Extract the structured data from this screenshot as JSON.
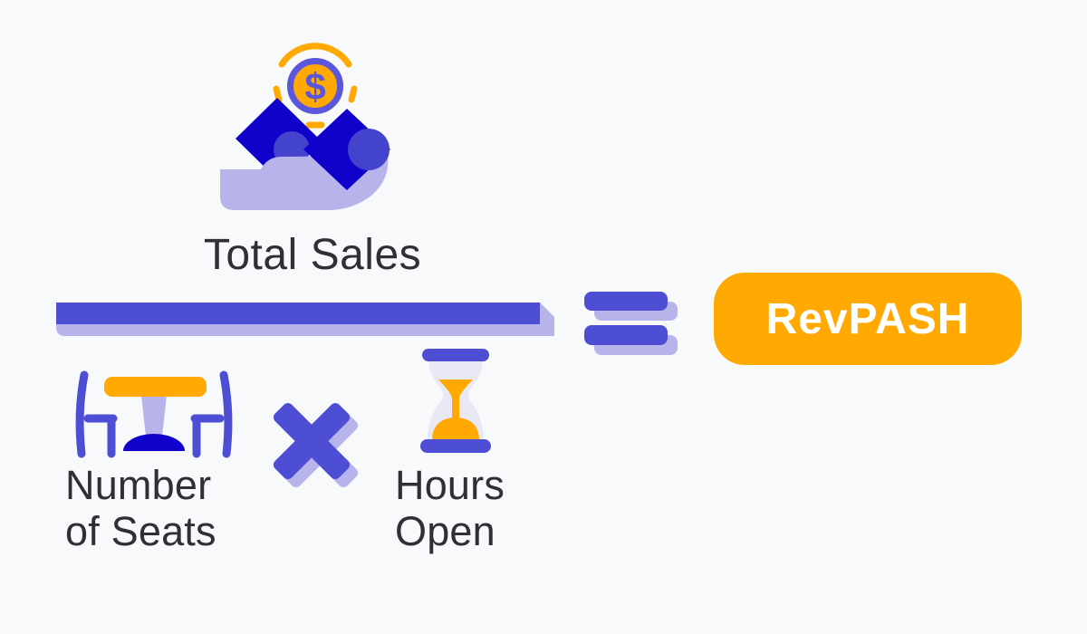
{
  "colors": {
    "background": "#f8f9fb",
    "primary_blue": "#4e4ed4",
    "lavender": "#b6b4ea",
    "dark_blue": "#1002cb",
    "orange": "#ffa902",
    "glass": "#e9e9f6",
    "mid_blue": "#4343cd",
    "coin_ring": "#5a57dc",
    "text": "#2f2f37",
    "result_text": "#ffffff"
  },
  "formula": {
    "coin_symbol": "$",
    "numerator": {
      "label": "Total Sales"
    },
    "denominator": {
      "seats": {
        "line1": "Number",
        "line2": "of Seats"
      },
      "hours": {
        "line1": "Hours",
        "line2": "Open"
      }
    },
    "result": {
      "label": "RevPASH"
    }
  }
}
